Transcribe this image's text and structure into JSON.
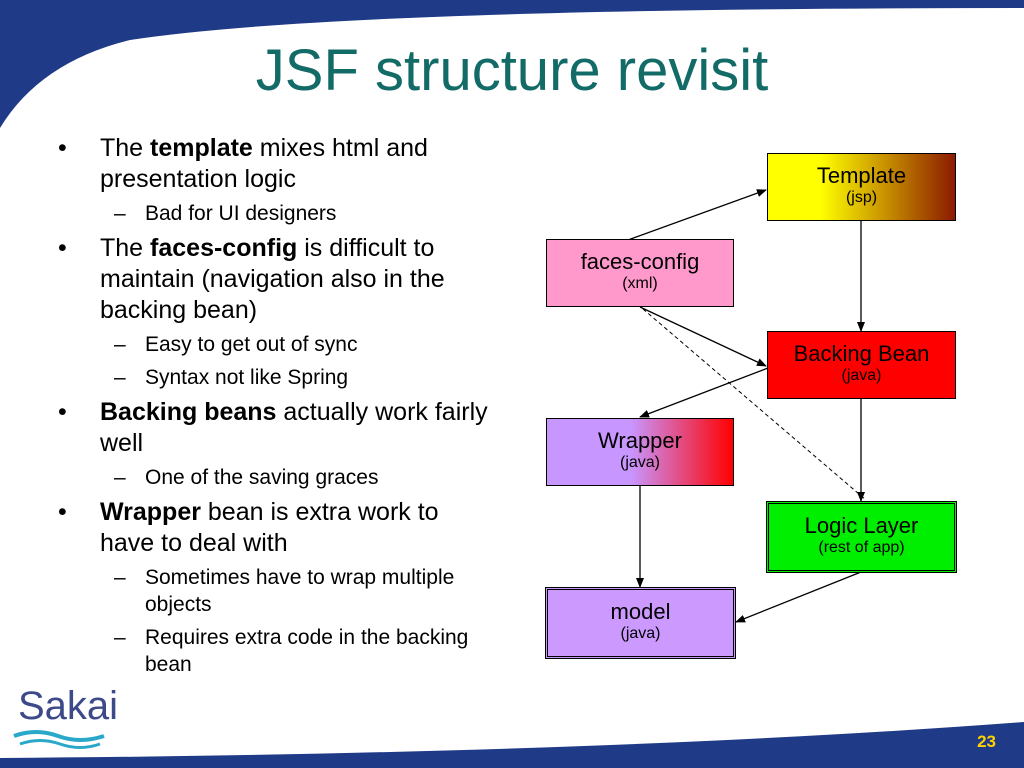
{
  "slide": {
    "title": "JSF structure revisit",
    "page_number": "23",
    "logo_text": "Sakai"
  },
  "bullets": [
    {
      "prefix": "The ",
      "bold": "template",
      "suffix": " mixes html and presentation logic",
      "subs": [
        "Bad for UI designers"
      ]
    },
    {
      "prefix": "The ",
      "bold": "faces-config",
      "suffix": " is difficult to maintain (navigation also in the backing bean)",
      "subs": [
        "Easy to get out of sync",
        "Syntax not like Spring"
      ]
    },
    {
      "prefix": "",
      "bold": "Backing beans",
      "suffix": " actually work fairly well",
      "subs": [
        "One of the saving graces"
      ]
    },
    {
      "prefix": "",
      "bold": "Wrapper",
      "suffix": " bean is extra work to have to deal with",
      "subs": [
        "Sometimes have to wrap multiple objects",
        "Requires extra code in the backing bean"
      ]
    }
  ],
  "diagram": {
    "nodes": {
      "template": {
        "name": "Template",
        "sub": "(jsp)"
      },
      "faces_config": {
        "name": "faces-config",
        "sub": "(xml)"
      },
      "backing_bean": {
        "name": "Backing Bean",
        "sub": "(java)"
      },
      "wrapper": {
        "name": "Wrapper",
        "sub": "(java)"
      },
      "logic_layer": {
        "name": "Logic Layer",
        "sub": "(rest of app)"
      },
      "model": {
        "name": "model",
        "sub": "(java)"
      }
    }
  },
  "colors": {
    "title": "#136b68",
    "banner": "#1f3a86",
    "template_gradient": [
      "#ffff00",
      "#8b1a00"
    ],
    "faces_config": "#ff99cc",
    "backing_bean": "#ff0000",
    "wrapper_gradient": [
      "#c896ff",
      "#ff0000"
    ],
    "logic_layer": "#00ee00",
    "model": "#cc99ff",
    "page_number": "#ffd200"
  }
}
